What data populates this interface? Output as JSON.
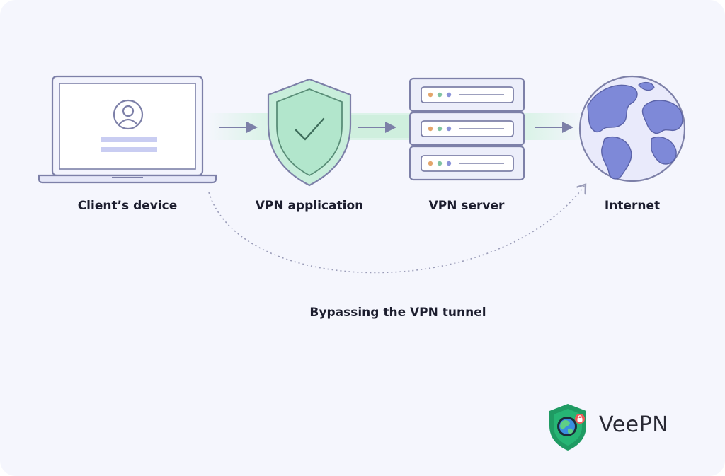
{
  "nodes": {
    "client": {
      "label": "Client’s device"
    },
    "vpn_app": {
      "label": "VPN application"
    },
    "vpn_server": {
      "label": "VPN server"
    },
    "internet": {
      "label": "Internet"
    }
  },
  "bypass": {
    "label": "Bypassing the VPN tunnel"
  },
  "brand": {
    "name": "VeePN"
  },
  "colors": {
    "background": "#f5f6fd",
    "outline": "#7d80a8",
    "device_fill": "#eceefa",
    "shield_fill": "#c8eedb",
    "shield_outline": "#3f8a6c",
    "tunnel": "#d6f2e4",
    "globe_ocean": "#e9eafb",
    "globe_land": "#7e89d8",
    "led_orange": "#e3a56b",
    "led_green": "#7fc3a1",
    "led_blue": "#8a93d8",
    "logo_green": "#1f9b63"
  }
}
